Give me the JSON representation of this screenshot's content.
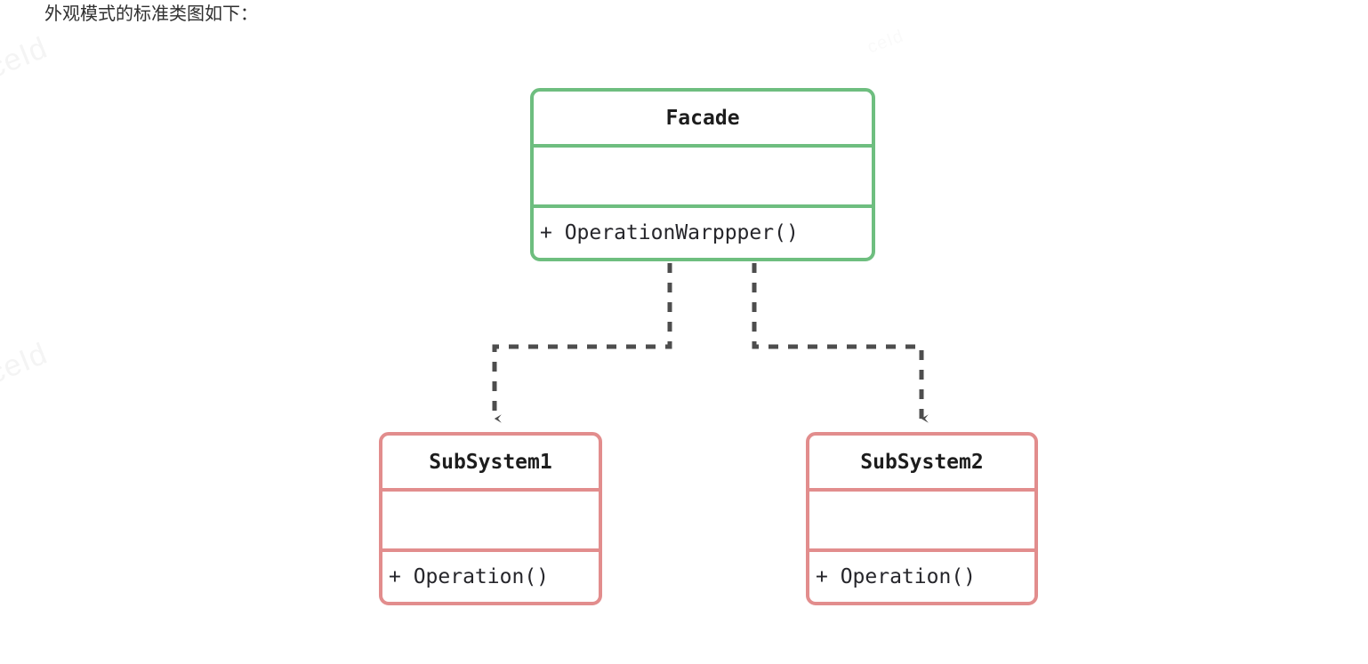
{
  "caption": {
    "text": "外观模式的标准类图如下："
  },
  "watermarks": [
    {
      "text": "ceId"
    },
    {
      "text": "ceId"
    },
    {
      "text": "ceId"
    }
  ],
  "colors": {
    "facade_border": "#6ebe7f",
    "subsystem_border": "#e28d8d",
    "edge": "#4d4d4d",
    "text": "#1d1d1d",
    "background": "#ffffff"
  },
  "diagram": {
    "type": "uml-class-diagram",
    "pattern": "Facade",
    "classes": [
      {
        "id": "facade",
        "name": "Facade",
        "attributes": [],
        "operations": [
          "+ OperationWarppper()"
        ],
        "border_color": "#6ebe7f"
      },
      {
        "id": "subsystem1",
        "name": "SubSystem1",
        "attributes": [],
        "operations": [
          "+ Operation()"
        ],
        "border_color": "#e28d8d"
      },
      {
        "id": "subsystem2",
        "name": "SubSystem2",
        "attributes": [],
        "operations": [
          "+ Operation()"
        ],
        "border_color": "#e28d8d"
      }
    ],
    "relations": [
      {
        "id": "facade-to-subsystem1",
        "from": "facade",
        "to": "subsystem1",
        "style": "dashed",
        "arrow": "open-arrow",
        "label": ""
      },
      {
        "id": "facade-to-subsystem2",
        "from": "facade",
        "to": "subsystem2",
        "style": "dashed",
        "arrow": "open-arrow",
        "label": ""
      }
    ]
  }
}
